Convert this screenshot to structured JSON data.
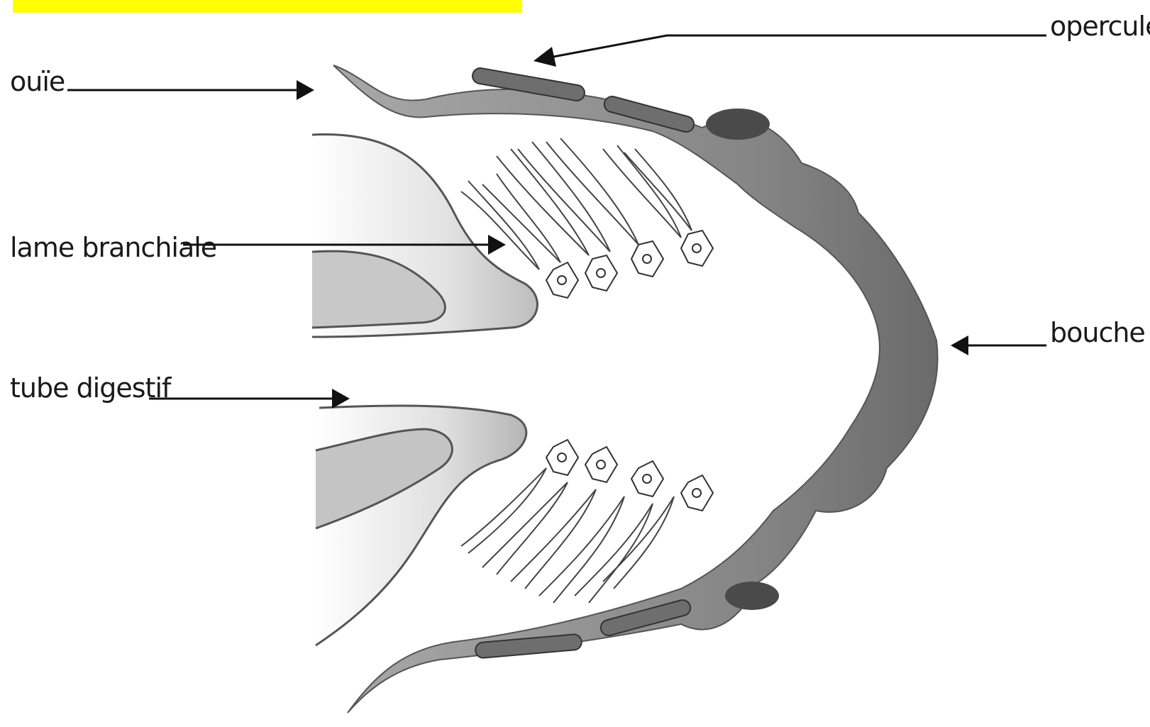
{
  "header_bar": {
    "color": "#ffff00",
    "text": ""
  },
  "labels": {
    "ouie": "ouïe",
    "lame_branchiale": "lame branchiale",
    "tube_digestif": "tube digestif",
    "opercule": "opercule",
    "bouche": "bouche"
  },
  "colors": {
    "opercule_fill": "#8a8a8a",
    "opercule_dark": "#5e5e5e",
    "tissue_fill": "#d9d9d9",
    "ink": "#111111"
  }
}
